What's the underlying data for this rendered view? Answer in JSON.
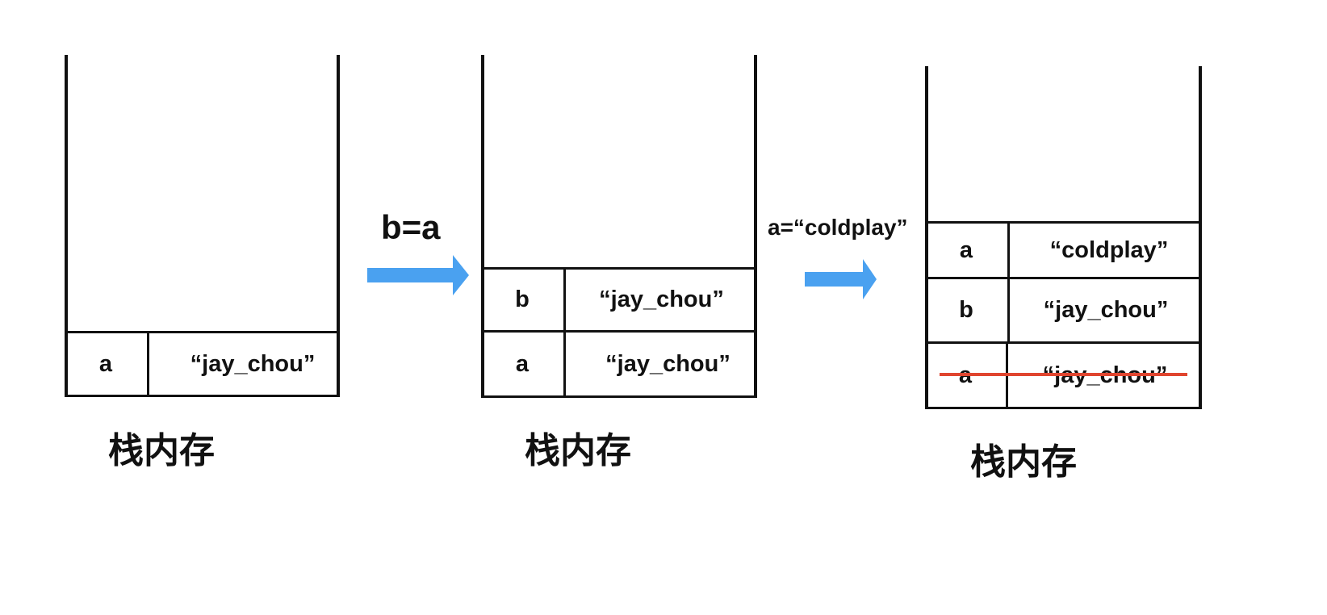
{
  "stacks": [
    {
      "caption": "栈内存",
      "rows": [
        {
          "var": "a",
          "value": "“jay_chou”"
        }
      ]
    },
    {
      "caption": "栈内存",
      "rows": [
        {
          "var": "b",
          "value": "“jay_chou”"
        },
        {
          "var": "a",
          "value": "“jay_chou”"
        }
      ]
    },
    {
      "caption": "栈内存",
      "rows": [
        {
          "var": "a",
          "value": "“coldplay”"
        },
        {
          "var": "b",
          "value": "“jay_chou”"
        },
        {
          "var": "a",
          "value": "“jay_chou”",
          "struck": true
        }
      ]
    }
  ],
  "operations": [
    {
      "label": "b=a"
    },
    {
      "label": "a=“coldplay”"
    }
  ],
  "colors": {
    "arrow": "#4aa1f0",
    "strike": "#e0452f",
    "line": "#111111"
  }
}
